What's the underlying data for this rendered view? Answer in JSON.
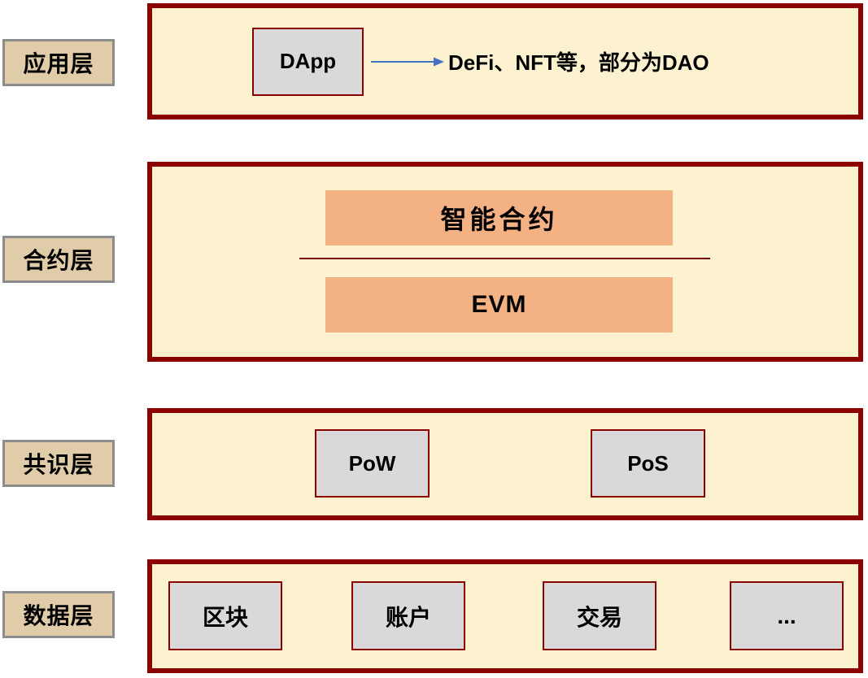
{
  "colors": {
    "panel_fill": "#FDF2CF",
    "panel_border": "#8B0000",
    "label_fill": "#E0CCA8",
    "label_border": "#8C8C8C",
    "node_fill": "#D9D9D9",
    "node_border": "#8B0000",
    "accent_node_fill": "#F4B183",
    "arrow_color": "#4472C4",
    "text_color": "#000000"
  },
  "layers": [
    {
      "label": "应用层",
      "nodes": [
        {
          "label": "DApp"
        }
      ],
      "annotation": "DeFi、NFT等，部分为DAO"
    },
    {
      "label": "合约层",
      "nodes": [
        {
          "label": "智能合约"
        },
        {
          "label": "EVM"
        }
      ]
    },
    {
      "label": "共识层",
      "nodes": [
        {
          "label": "PoW"
        },
        {
          "label": "PoS"
        }
      ]
    },
    {
      "label": "数据层",
      "nodes": [
        {
          "label": "区块"
        },
        {
          "label": "账户"
        },
        {
          "label": "交易"
        },
        {
          "label": "..."
        }
      ]
    }
  ]
}
